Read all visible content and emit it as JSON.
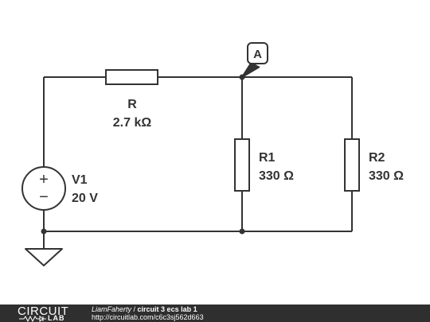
{
  "circuit": {
    "node_marker": "A",
    "components": {
      "R": {
        "name": "R",
        "value": "2.7 kΩ"
      },
      "R1": {
        "name": "R1",
        "value": "330 Ω"
      },
      "R2": {
        "name": "R2",
        "value": "330 Ω"
      },
      "V1": {
        "name": "V1",
        "value": "20 V"
      }
    },
    "source_symbols": {
      "plus": "+",
      "minus": "−"
    }
  },
  "footer": {
    "logo_top": "CIRCUIT",
    "logo_bottom": "LAB",
    "author": "LiamFaherty",
    "separator": " / ",
    "title": "circuit 3 ecs lab 1",
    "url": "http://circuitlab.com/c6c3sj562d663"
  }
}
